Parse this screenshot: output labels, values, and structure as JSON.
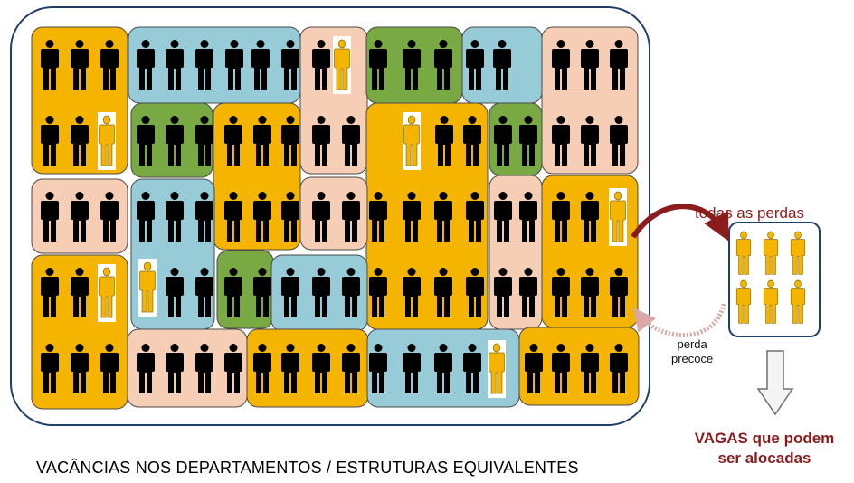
{
  "labels": {
    "all_losses": "todas as perdas",
    "early_loss_line1": "perda",
    "early_loss_line2": "precoce",
    "vacancies_line1": "VAGAS que podem",
    "vacancies_line2": "ser alocadas",
    "caption": "VACÂNCIAS NOS DEPARTAMENTOS / ESTRUTURAS EQUIVALENTES"
  },
  "colors": {
    "orange": "#f5b400",
    "blue": "#98cbd8",
    "peach": "#f6cdb5",
    "green": "#78a943",
    "person_occupied": "#000000",
    "person_vacant": "#f5b400",
    "outline": "#1f3f6b",
    "dark_red": "#8b1c1c"
  },
  "departments": [
    {
      "color": "orange",
      "people": 6,
      "vacant": 1
    },
    {
      "color": "blue",
      "people": 6,
      "vacant": 0
    },
    {
      "color": "peach",
      "people": 4,
      "vacant": 1
    },
    {
      "color": "green",
      "people": 3,
      "vacant": 0
    },
    {
      "color": "blue",
      "people": 2,
      "vacant": 0
    },
    {
      "color": "peach",
      "people": 6,
      "vacant": 0
    },
    {
      "color": "green",
      "people": 3,
      "vacant": 0
    },
    {
      "color": "orange",
      "people": 6,
      "vacant": 0
    },
    {
      "color": "orange",
      "people": 12,
      "vacant": 1
    },
    {
      "color": "green",
      "people": 2,
      "vacant": 0
    },
    {
      "color": "peach",
      "people": 3,
      "vacant": 0
    },
    {
      "color": "blue",
      "people": 7,
      "vacant": 1
    },
    {
      "color": "peach",
      "people": 2,
      "vacant": 0
    },
    {
      "color": "peach",
      "people": 4,
      "vacant": 0
    },
    {
      "color": "orange",
      "people": 6,
      "vacant": 1
    },
    {
      "color": "orange",
      "people": 6,
      "vacant": 1
    },
    {
      "color": "green",
      "people": 1,
      "vacant": 0
    },
    {
      "color": "blue",
      "people": 3,
      "vacant": 0
    },
    {
      "color": "orange",
      "people": 3,
      "vacant": 0
    },
    {
      "color": "peach",
      "people": 4,
      "vacant": 0
    },
    {
      "color": "orange",
      "people": 4,
      "vacant": 0
    },
    {
      "color": "blue",
      "people": 5,
      "vacant": 1
    },
    {
      "color": "orange",
      "people": 4,
      "vacant": 0
    }
  ],
  "all_losses_count": 6
}
